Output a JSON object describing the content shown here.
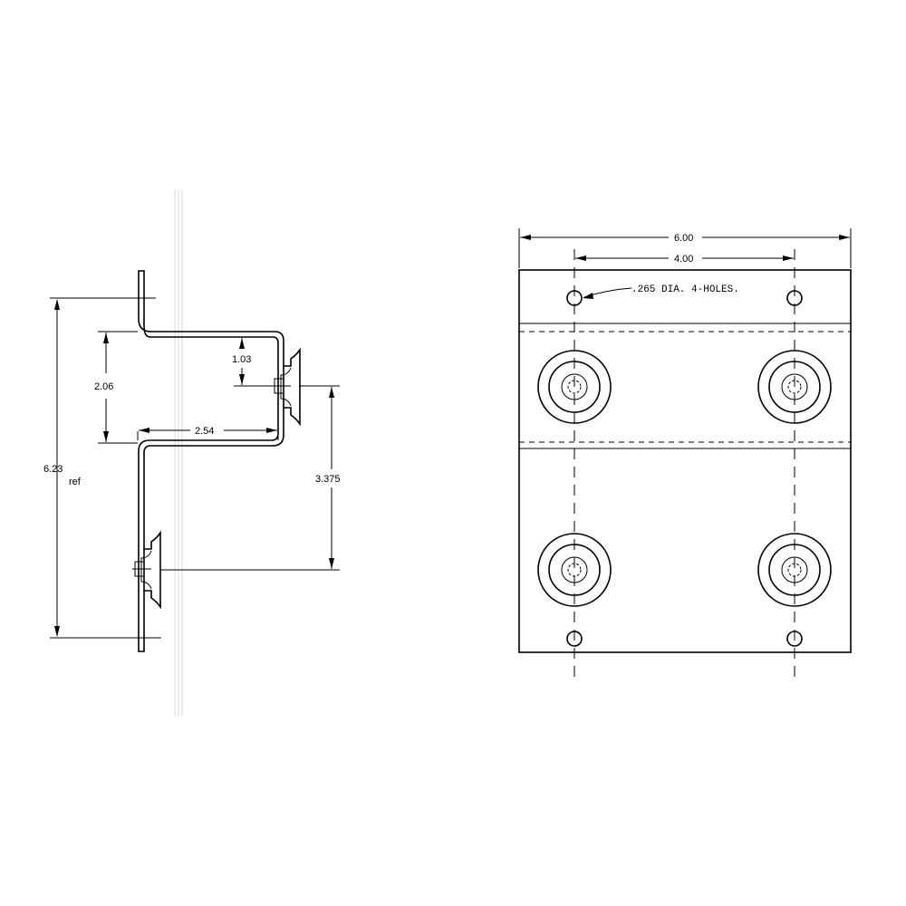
{
  "side_view": {
    "dim_overall": "6.23",
    "dim_overall_note": "ref",
    "dim_upper_height": "2.06",
    "dim_upper_offset": "1.03",
    "dim_depth": "2.54",
    "dim_mount_spacing": "3.375"
  },
  "front_view": {
    "dim_width": "6.00",
    "dim_hole_spacing": "4.00",
    "hole_note": ".265 DIA. 4-HOLES."
  }
}
